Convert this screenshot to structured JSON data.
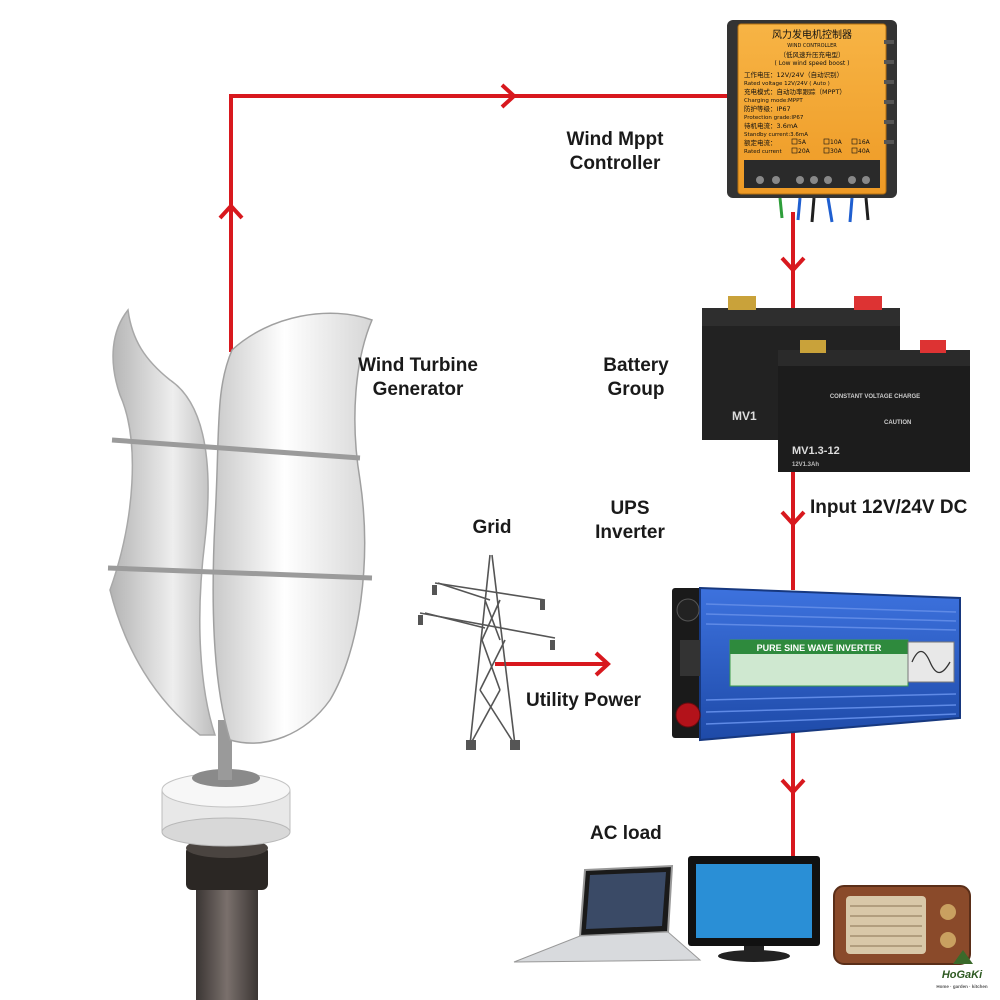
{
  "labels": {
    "turbine": [
      "Wind Turbine",
      "Generator"
    ],
    "controller": [
      "Wind Mppt",
      "Controller"
    ],
    "battery": [
      "Battery",
      "Group"
    ],
    "ups": [
      "UPS",
      "Inverter"
    ],
    "grid": "Grid",
    "input": "Input 12V/24V DC",
    "utility": "Utility Power",
    "ac_load": "AC load"
  },
  "controller_panel": {
    "title_cn": "风力发电机控制器",
    "title_en": "WIND CONTROLLER",
    "subtitle_cn": "（低风速升压充电型）",
    "subtitle_en": "( Low wind speed boost )",
    "lines": [
      "工作电压：12V/24V（自动识别）",
      "Rated voltage 12V/24V ( Auto )",
      "充电模式：自动功率跟踪（MPPT）",
      "Charging mode:MPPT",
      "防护等级：IP67",
      "Protection grade:IP67",
      "待机电流：3.6mA",
      "Standby current:3.6mA"
    ],
    "current_cn": "额定电流：",
    "current_en": "Rated current",
    "current_options": [
      "5A",
      "10A",
      "16A",
      "20A",
      "30A",
      "40A"
    ]
  },
  "battery_panel": {
    "model_front": "MV1.3-12",
    "model_back": "MV1",
    "subtitle": "12V1.3Ah",
    "warning": "CONSTANT VOLTAGE CHARGE",
    "caution": "CAUTION"
  },
  "inverter_panel": {
    "title": "PURE SINE WAVE INVERTER"
  },
  "watermark": {
    "brand": "HoGaKi",
    "tagline": "Home · garden · kitchen"
  },
  "colors": {
    "line": "#d8181e",
    "controller": "#f4a630",
    "inverter": "#2a5fc8",
    "battery": "#1e1e1e"
  }
}
